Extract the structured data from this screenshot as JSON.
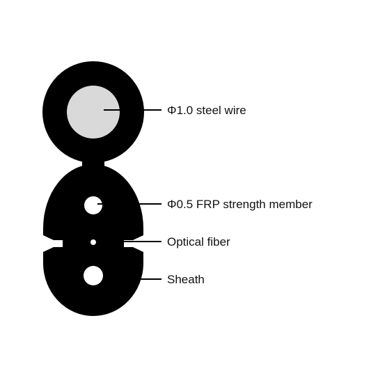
{
  "diagram": {
    "colors": {
      "sheath": "#000000",
      "steel_wire": "#d9d9d9",
      "frp_core": "#ffffff",
      "fiber_core": "#ffffff",
      "leader_line": "#000000",
      "text": "#111111"
    },
    "labels": {
      "steel_wire": "Φ1.0 steel wire",
      "frp_member": "Φ0.5 FRP strength member",
      "optical_fiber": "Optical fiber",
      "sheath": "Sheath"
    }
  }
}
